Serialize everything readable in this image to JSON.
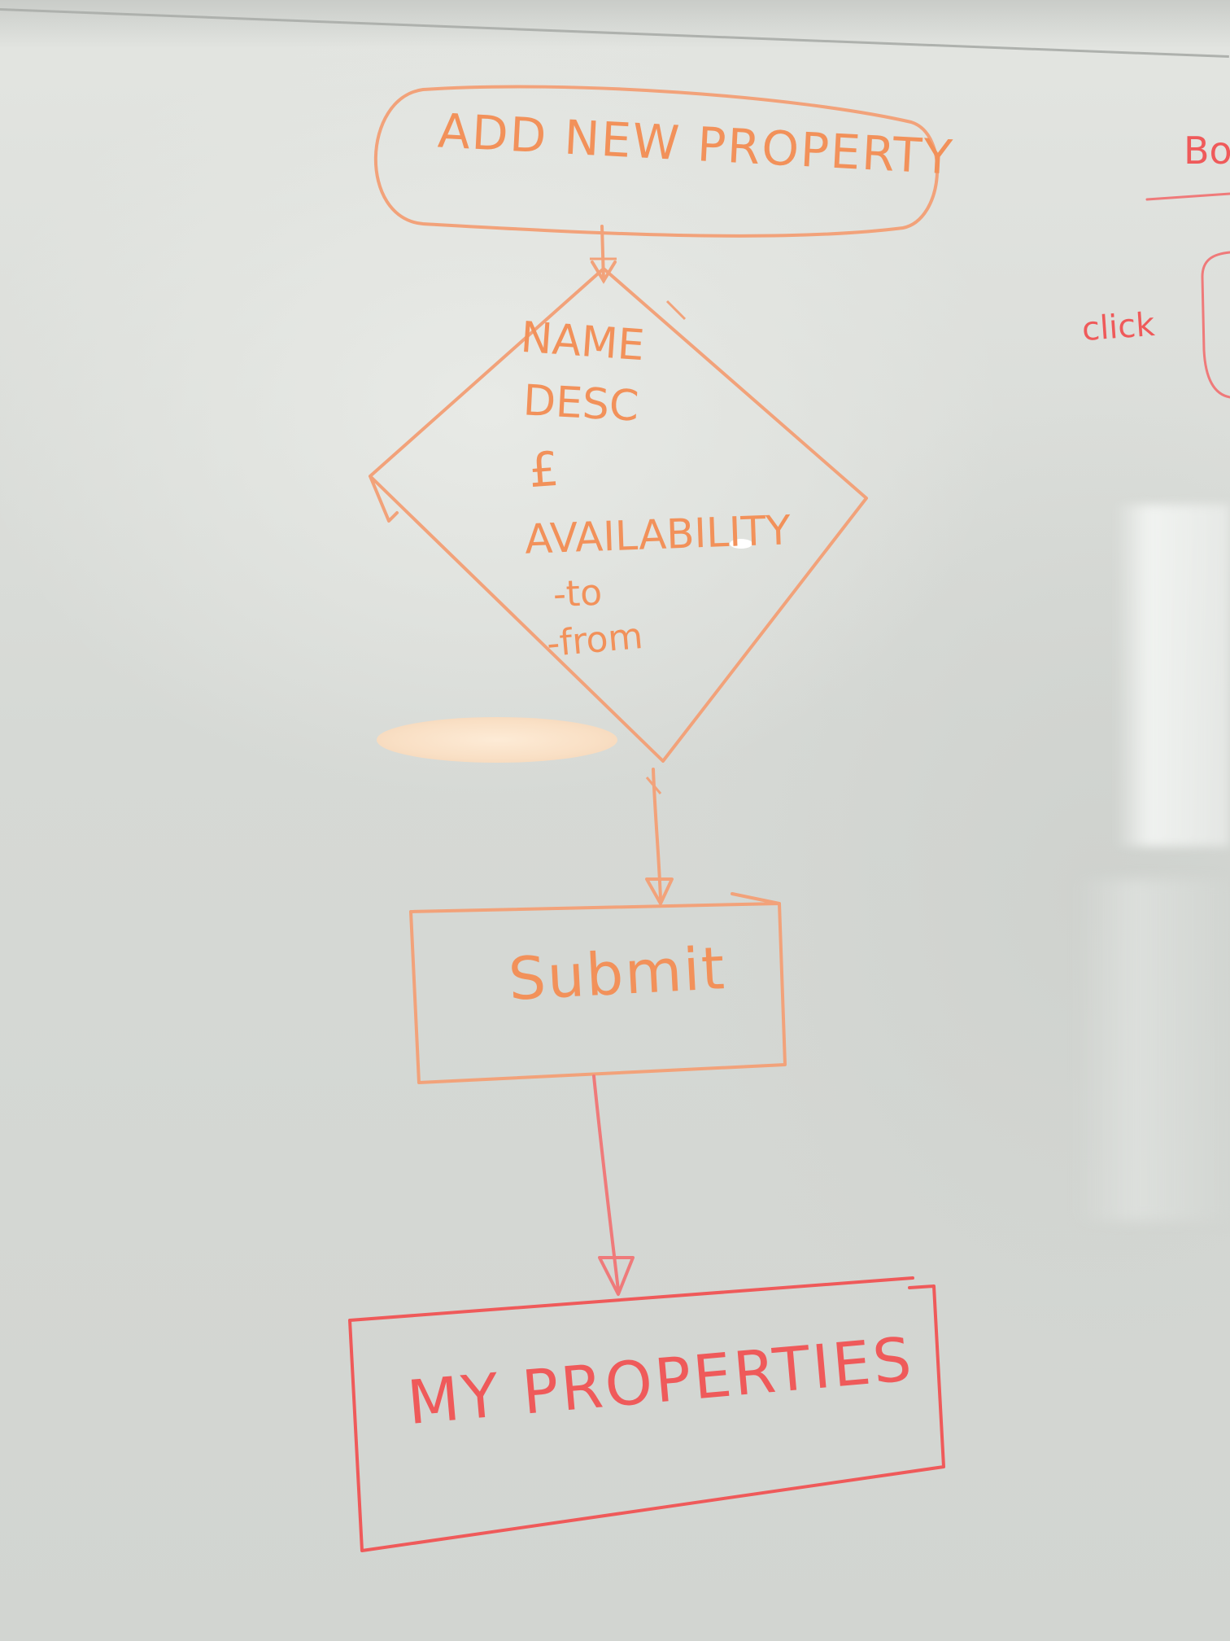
{
  "nodes": {
    "start": {
      "label": "ADD NEW PROPERTY",
      "shape": "rounded-rectangle"
    },
    "form": {
      "shape": "diamond",
      "lines": [
        "NAME",
        "DESC",
        "£",
        "AVAILABILITY",
        "-to",
        "-from"
      ]
    },
    "submit": {
      "label": "Submit",
      "shape": "rectangle"
    },
    "end": {
      "label": "MY PROPERTIES",
      "shape": "rectangle"
    }
  },
  "edges": [
    {
      "from": "start",
      "to": "form"
    },
    {
      "from": "form",
      "to": "submit"
    },
    {
      "from": "submit",
      "to": "end"
    }
  ],
  "side_notes": {
    "top_right": "Bo",
    "click": "click"
  },
  "colors": {
    "marker_orange": "#f2915a",
    "marker_red": "#ef5a5a",
    "board": "#d9dcd8"
  }
}
